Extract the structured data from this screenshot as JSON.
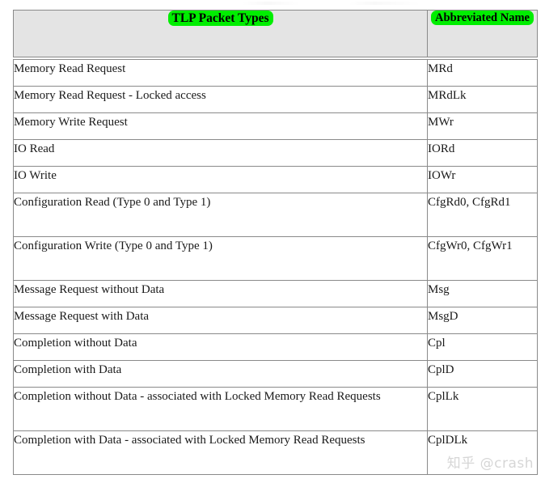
{
  "table": {
    "headers": {
      "description": "TLP Packet Types",
      "abbreviation": "Abbreviated Name"
    },
    "rows": [
      {
        "description": "Memory Read Request",
        "abbreviation": "MRd",
        "lines": 1
      },
      {
        "description": "Memory Read Request - Locked access",
        "abbreviation": "MRdLk",
        "lines": 1
      },
      {
        "description": "Memory Write Request",
        "abbreviation": "MWr",
        "lines": 1
      },
      {
        "description": "IO Read",
        "abbreviation": "IORd",
        "lines": 1
      },
      {
        "description": "IO Write",
        "abbreviation": "IOWr",
        "lines": 1
      },
      {
        "description": "Configuration Read (Type 0 and Type 1)",
        "abbreviation": "CfgRd0, CfgRd1",
        "lines": 2
      },
      {
        "description": "Configuration Write (Type 0 and Type 1)",
        "abbreviation": "CfgWr0, CfgWr1",
        "lines": 2
      },
      {
        "description": "Message Request without Data",
        "abbreviation": "Msg",
        "lines": 1
      },
      {
        "description": "Message Request with Data",
        "abbreviation": "MsgD",
        "lines": 1
      },
      {
        "description": "Completion without Data",
        "abbreviation": "Cpl",
        "lines": 1
      },
      {
        "description": "Completion with Data",
        "abbreviation": "CplD",
        "lines": 1
      },
      {
        "description": "Completion without Data - associated with Locked Memory Read Requests",
        "abbreviation": "CplLk",
        "lines": 2
      },
      {
        "description": "Completion with Data - associated with Locked Memory Read Requests",
        "abbreviation": "CplDLk",
        "lines": 2
      }
    ]
  },
  "watermark": {
    "text": "知乎 @crash"
  },
  "colors": {
    "highlight_green": "#00ee00",
    "header_background": "#e4e4e4",
    "border": "#8a8a8a",
    "text": "#1a1a1a",
    "watermark": "rgba(120,120,120,0.30)"
  }
}
